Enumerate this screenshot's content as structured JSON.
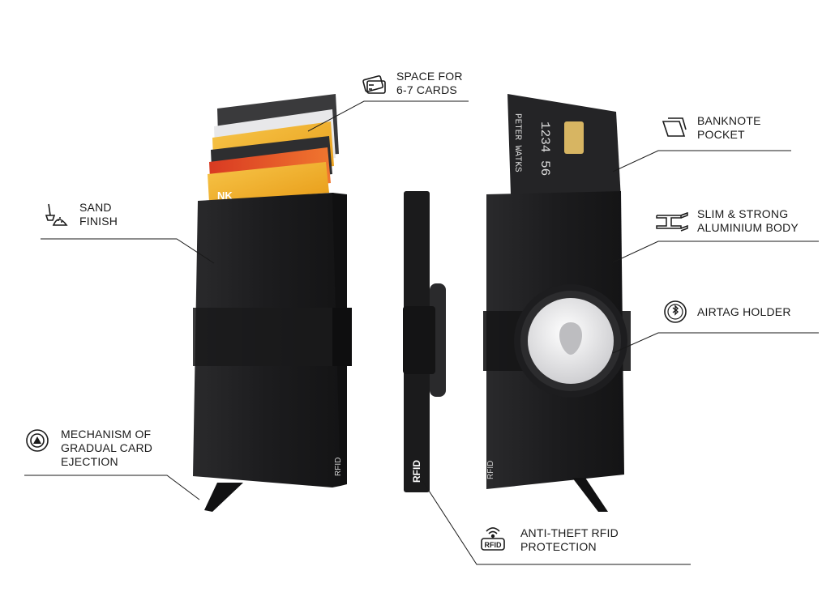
{
  "labels": {
    "space_for_cards": [
      "SPACE FOR",
      "6-7 CARDS"
    ],
    "sand_finish": [
      "SAND",
      "FINISH"
    ],
    "mechanism": [
      "MECHANISM OF",
      "GRADUAL CARD",
      "EJECTION"
    ],
    "banknote_pocket": [
      "BANKNOTE",
      "POCKET"
    ],
    "slim_strong": [
      "SLIM & STRONG",
      "ALUMINIUM BODY"
    ],
    "airtag_holder": [
      "AIRTAG HOLDER"
    ],
    "anti_theft": [
      "ANTI-THEFT RFID",
      "PROTECTION"
    ]
  },
  "product": {
    "rfid_mark": "RFID",
    "card_number": "1234 56",
    "card_holder": "PETER WATKS",
    "card_bank_fragment": "NK"
  },
  "icons": [
    "cards-icon",
    "sand-icon",
    "mechanism-icon",
    "banknote-icon",
    "aluminium-beam-icon",
    "airtag-icon",
    "rfid-icon"
  ],
  "colors": {
    "wallet": "#1c1c1e",
    "line": "#1a1a1a",
    "card_yellow": "#f2b72a",
    "card_red": "#e2462a"
  }
}
